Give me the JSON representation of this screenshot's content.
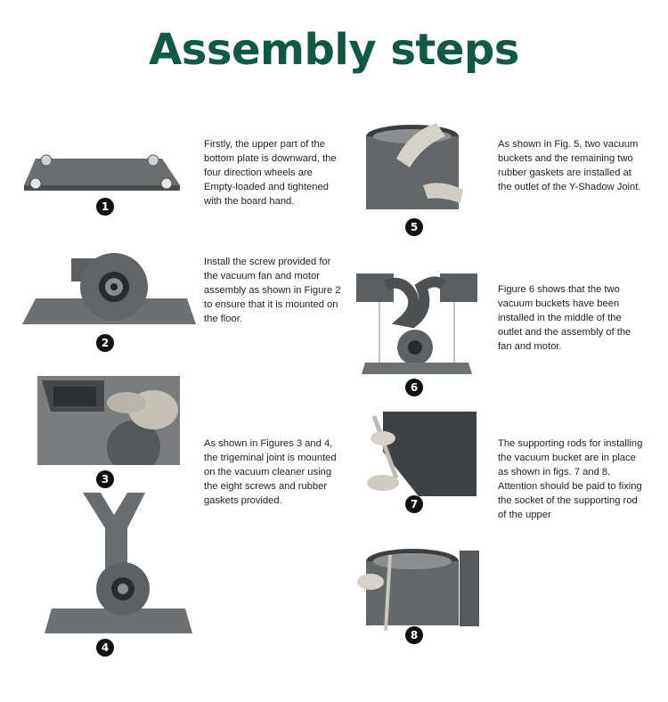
{
  "title": "Assembly steps",
  "steps": [
    {
      "number": "1",
      "text": "Firstly, the upper part of the bottom plate is downward, the four direction wheels are Empty-loaded and tightened with the board hand."
    },
    {
      "number": "2",
      "text": "Install the screw provided for the vacuum fan and motor assembly as shown in Figure 2 to ensure that it is mounted on the floor."
    },
    {
      "number": "3",
      "text": ""
    },
    {
      "number": "4",
      "text": "As shown in Figures 3 and 4, the trigeminal joint is mounted on the vacuum cleaner using the eight screws and rubber gaskets provided."
    },
    {
      "number": "5",
      "text": "As shown in Fig. 5, two vacuum buckets and the remaining two rubber gaskets are installed at the outlet of the Y-Shadow Joint."
    },
    {
      "number": "6",
      "text": "Figure 6 shows that the two vacuum buckets have been installed in the middle of the outlet and the assembly of the fan and motor."
    },
    {
      "number": "7",
      "text": "The supporting rods for installing the vacuum bucket are in place as shown in figs. 7 and 8. Attention should be paid to fixing the socket of the supporting rod of the upper"
    },
    {
      "number": "8",
      "text": ""
    }
  ]
}
